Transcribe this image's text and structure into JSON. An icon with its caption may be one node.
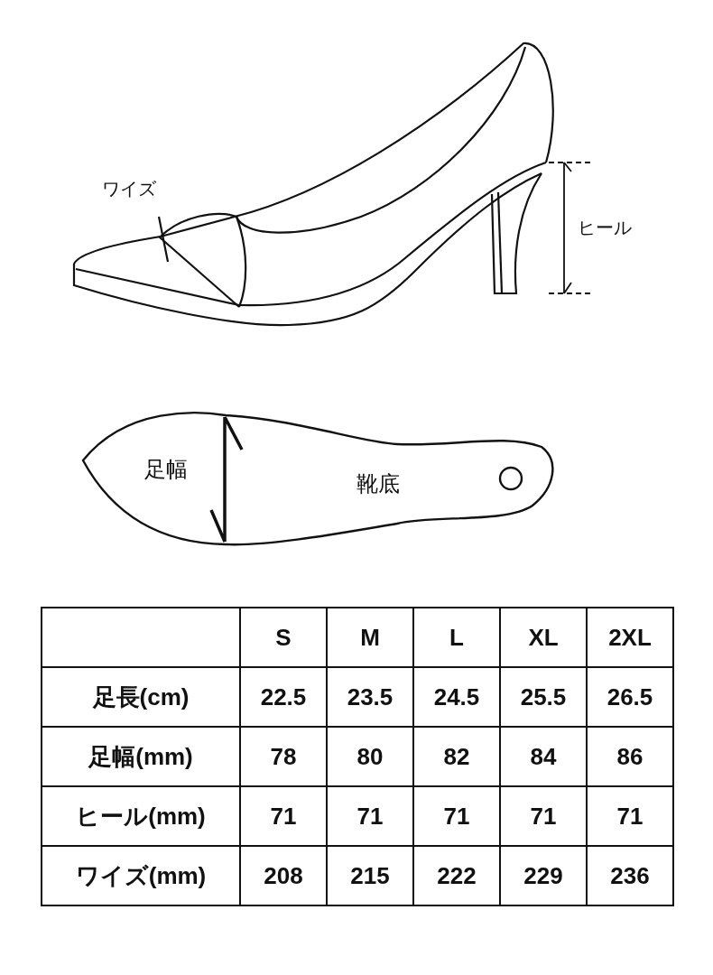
{
  "diagram": {
    "labels": [
      "ワイズ",
      "ヒール",
      "足幅",
      "靴底",
      "S",
      "M",
      "L",
      "XL",
      "2XL",
      "足長(cm)",
      "22.5",
      "23.5",
      "24.5",
      "25.5",
      "26.5",
      "足幅(mm)",
      "78",
      "80",
      "82",
      "84",
      "86",
      "ヒール(mm)",
      "71",
      "71",
      "71",
      "71",
      "71",
      "ワイズ(mm)",
      "208",
      "215",
      "222",
      "229",
      "236"
    ]
  }
}
